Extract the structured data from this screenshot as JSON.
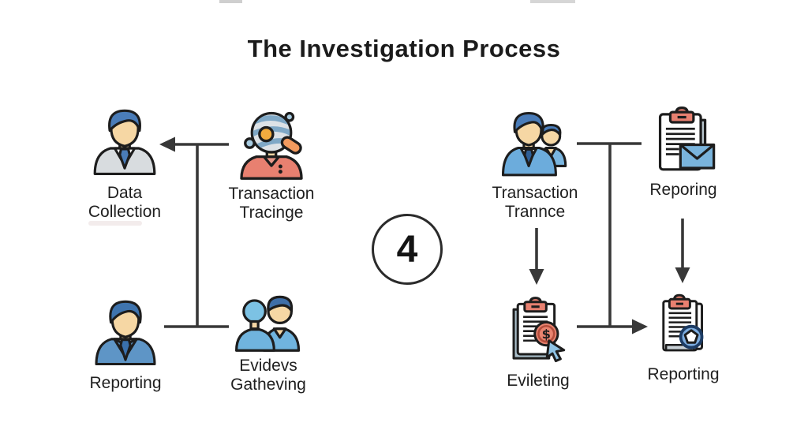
{
  "title": "The Investigation Process",
  "center_badge": {
    "value": "4"
  },
  "steps": [
    {
      "name": "data-collection",
      "label": "Data\nCollection",
      "icon": "person-analyst-icon"
    },
    {
      "name": "transaction-tracing",
      "label": "Transaction\nTracinge",
      "icon": "person-globe-icon"
    },
    {
      "name": "reporting-bottom-left",
      "label": "Reporting",
      "icon": "person-suit-icon"
    },
    {
      "name": "evidence-gathering",
      "label": "Evidevs\nGatheving",
      "icon": "two-people-casual-icon"
    },
    {
      "name": "transaction-trance",
      "label": "Transaction\nTrannce",
      "icon": "two-people-suit-icon"
    },
    {
      "name": "reporting-top-right",
      "label": "Reporing",
      "icon": "clipboard-envelope-icon"
    },
    {
      "name": "evileting",
      "label": "Evileting",
      "icon": "clipboard-dollar-cursor-icon"
    },
    {
      "name": "reporting-bottom-right",
      "label": "Reporting",
      "icon": "clipboard-seal-icon"
    }
  ],
  "colors": {
    "coral": "#e88070",
    "blue": "#4a7cb8",
    "light_blue": "#7ab6e0",
    "face_tan": "#f6d7a4",
    "jacket_gray": "#d8dcdf",
    "connector_line": "#383838",
    "text": "#1f1f1f"
  }
}
